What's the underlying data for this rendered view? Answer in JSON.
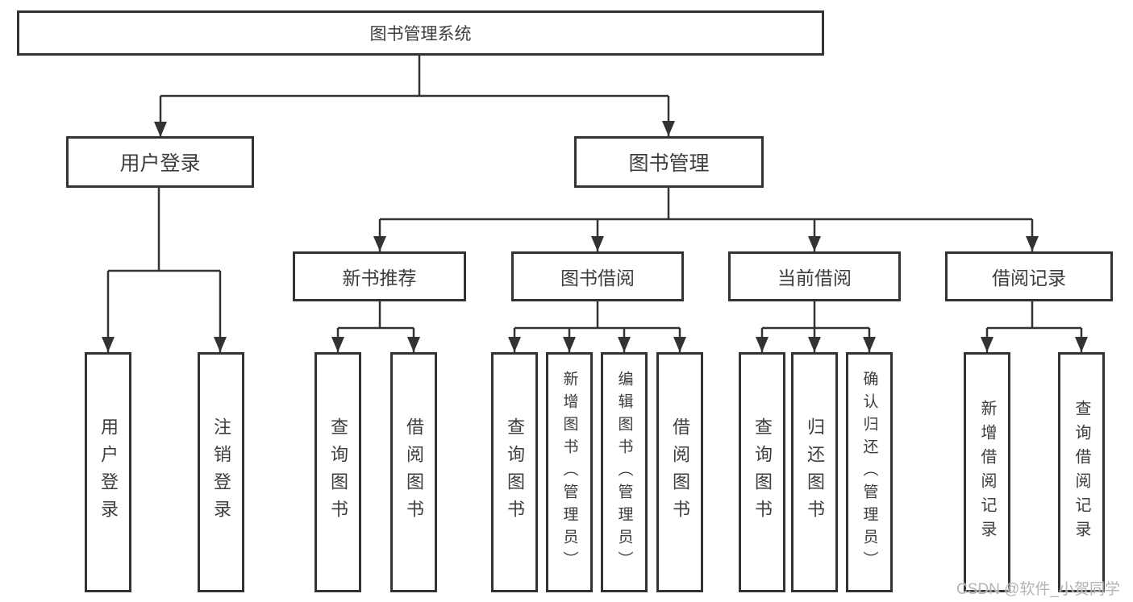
{
  "diagram": {
    "title": "图书管理系统",
    "level2": {
      "user_login": "用户登录",
      "book_management": "图书管理"
    },
    "level3": {
      "new_book_recommend": "新书推荐",
      "book_borrow": "图书借阅",
      "current_borrow": "当前借阅",
      "borrow_records": "借阅记录"
    },
    "leaves": {
      "login": [
        "用户登录",
        "注销登录"
      ],
      "newbook": [
        "查询图书",
        "借阅图书"
      ],
      "borrow": [
        "查询图书",
        "新增图书（管理员）",
        "编辑图书（管理员）",
        "借阅图书"
      ],
      "current": [
        "查询图书",
        "归还图书",
        "确认归还（管理员）"
      ],
      "records": [
        "新增借阅记录",
        "查询借阅记录"
      ]
    },
    "watermark": "CSDN @软件_小贺同学",
    "colors": {
      "line": "#333333",
      "text": "#3d3d3d",
      "box_background": "#ffffff",
      "watermark": "#b4b4b4"
    }
  }
}
